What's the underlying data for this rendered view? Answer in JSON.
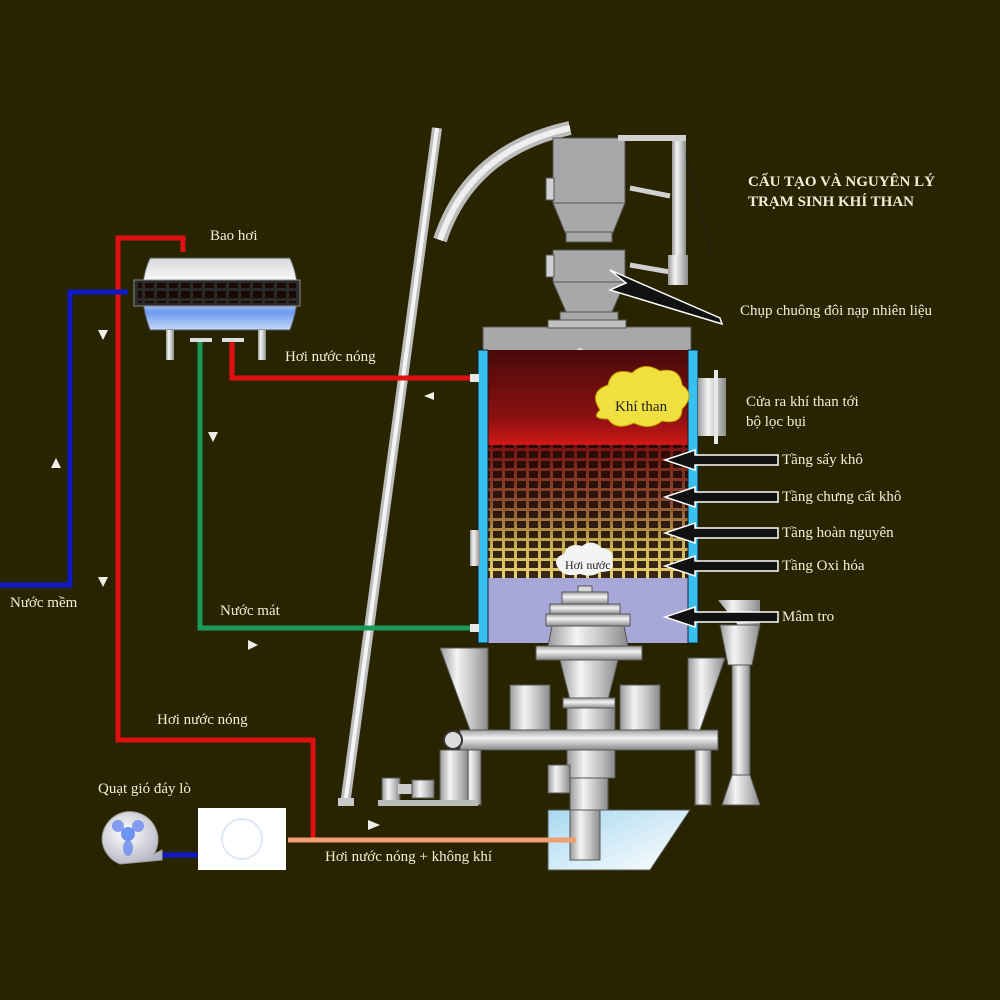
{
  "title": {
    "line1": "CẤU TẠO VÀ NGUYÊN LÝ",
    "line2": "TRẠM SINH KHÍ THAN"
  },
  "colors": {
    "background": "#282400",
    "pipe_hot_steam": "#e01010",
    "pipe_soft_water": "#1018c8",
    "pipe_cool_water": "#1a9a5a",
    "pipe_steam_air": "#f0a070",
    "reactor_wall": "#38c0f0",
    "gas_zone": "#8a1010",
    "ash_zone": "#a8a8d8",
    "metal": "#c8c8c8"
  },
  "labels": {
    "steam_drum": "Bao hơi",
    "hot_steam_top": "Hơi nước nóng",
    "soft_water": "Nước mềm",
    "cool_water": "Nước mát",
    "hot_steam_bottom": "Hơi nước nóng",
    "blower": "Quạt gió đáy lò",
    "steam_air_mix": "Hơi nước nóng + không khí",
    "coal_gas": "Khí than",
    "steam_in_bed": "Hơi nước"
  },
  "callouts": [
    {
      "id": "feed-bell",
      "text": "Chụp chuông đôi nạp nhiên liệu"
    },
    {
      "id": "gas-outlet",
      "text": "Cửa ra khí than tới",
      "text2": "bộ lọc bụi"
    },
    {
      "id": "drying-layer",
      "text": "Tầng sấy khô"
    },
    {
      "id": "distillation-layer",
      "text": "Tầng chưng cất khô"
    },
    {
      "id": "reduction-layer",
      "text": "Tầng hoàn nguyên"
    },
    {
      "id": "oxidation-layer",
      "text": "Tầng Oxi hóa"
    },
    {
      "id": "ash-pan",
      "text": "Mâm tro"
    }
  ]
}
